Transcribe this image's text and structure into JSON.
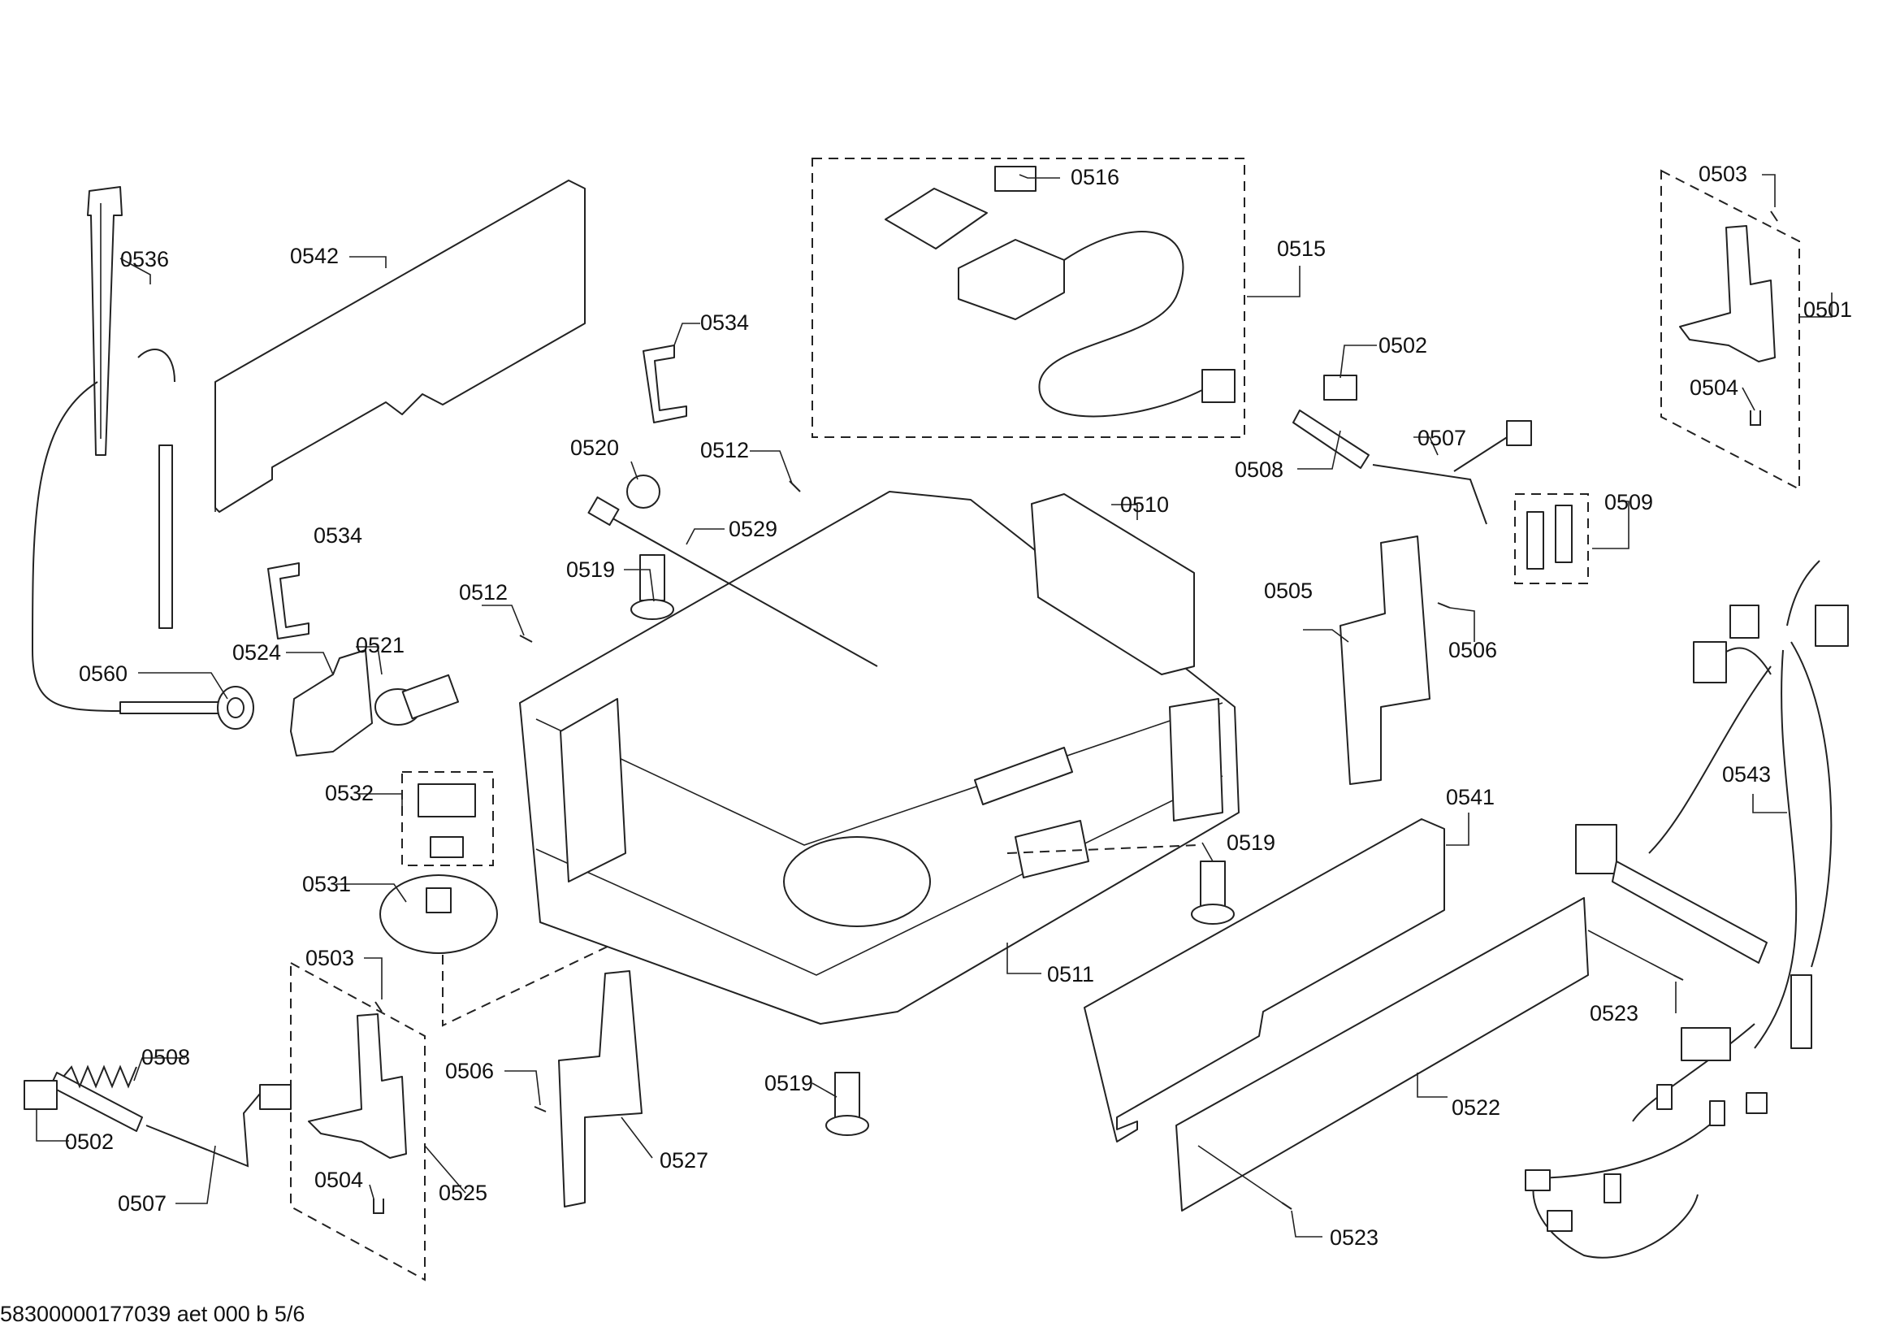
{
  "callouts": {
    "c0536": "0536",
    "c0542": "0542",
    "c0534a": "0534",
    "c0534b": "0534",
    "c0560": "0560",
    "c0524": "0524",
    "c0521": "0521",
    "c0532": "0532",
    "c0531": "0531",
    "c0503a": "0503",
    "c0508a": "0508",
    "c0502a": "0502",
    "c0507a": "0507",
    "c0504a": "0504",
    "c0525": "0525",
    "c0506a": "0506",
    "c0527": "0527",
    "c0519a": "0519",
    "c0519b": "0519",
    "c0519c": "0519",
    "c0512a": "0512",
    "c0512b": "0512",
    "c0520": "0520",
    "c0529": "0529",
    "c0516": "0516",
    "c0515": "0515",
    "c0510": "0510",
    "c0511": "0511",
    "c0502b": "0502",
    "c0507b": "0507",
    "c0508b": "0508",
    "c0509": "0509",
    "c0505": "0505",
    "c0506b": "0506",
    "c0503b": "0503",
    "c0501": "0501",
    "c0504b": "0504",
    "c0541": "0541",
    "c0543": "0543",
    "c0522": "0522",
    "c0523a": "0523",
    "c0523b": "0523"
  },
  "footer": {
    "doc_code": "58300000177039 aet 000 b 5/6"
  }
}
